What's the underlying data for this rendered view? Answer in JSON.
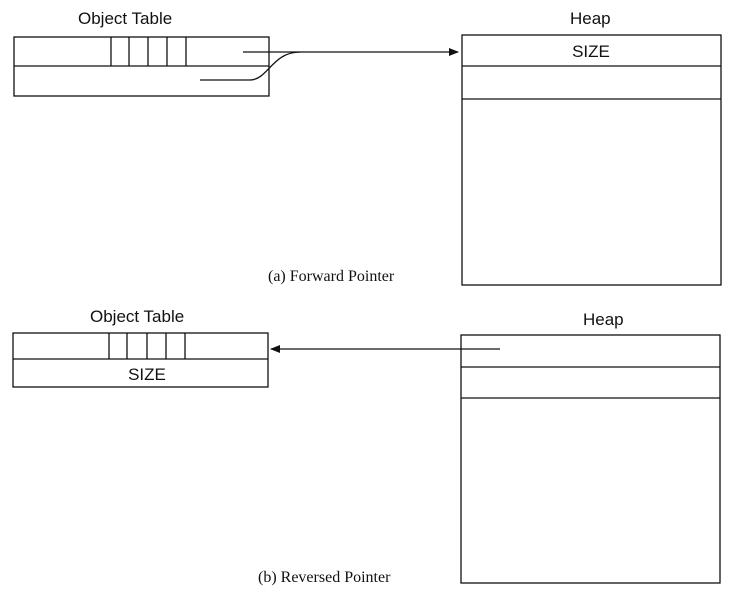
{
  "panel_a": {
    "table_title": "Object Table",
    "heap_title": "Heap",
    "heap_size_label": "SIZE",
    "caption": "(a) Forward Pointer"
  },
  "panel_b": {
    "table_title": "Object Table",
    "table_size_label": "SIZE",
    "heap_title": "Heap",
    "caption": "(b) Reversed Pointer"
  }
}
